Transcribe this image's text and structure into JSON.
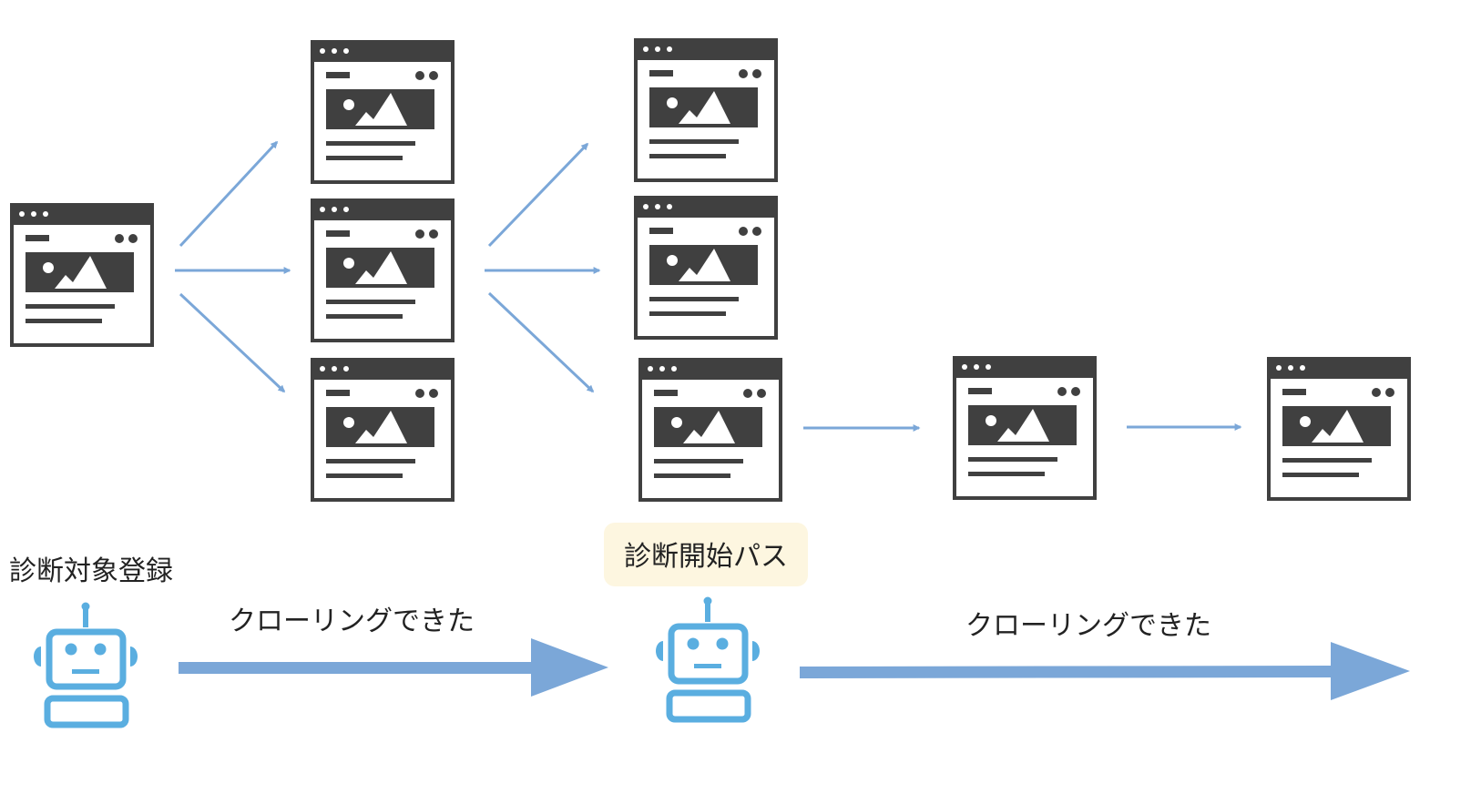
{
  "labels": {
    "register_target": "診断対象登録",
    "start_path": "診断開始パス",
    "crawled_1": "クローリングできた",
    "crawled_2": "クローリングできた"
  },
  "colors": {
    "arrow_blue": "#7ba7d8",
    "window_dark": "#404040",
    "robot_blue": "#5aaee0",
    "highlight_bg": "#fdf6e0"
  },
  "icons": {
    "page": "webpage-icon",
    "robot": "robot-icon"
  }
}
